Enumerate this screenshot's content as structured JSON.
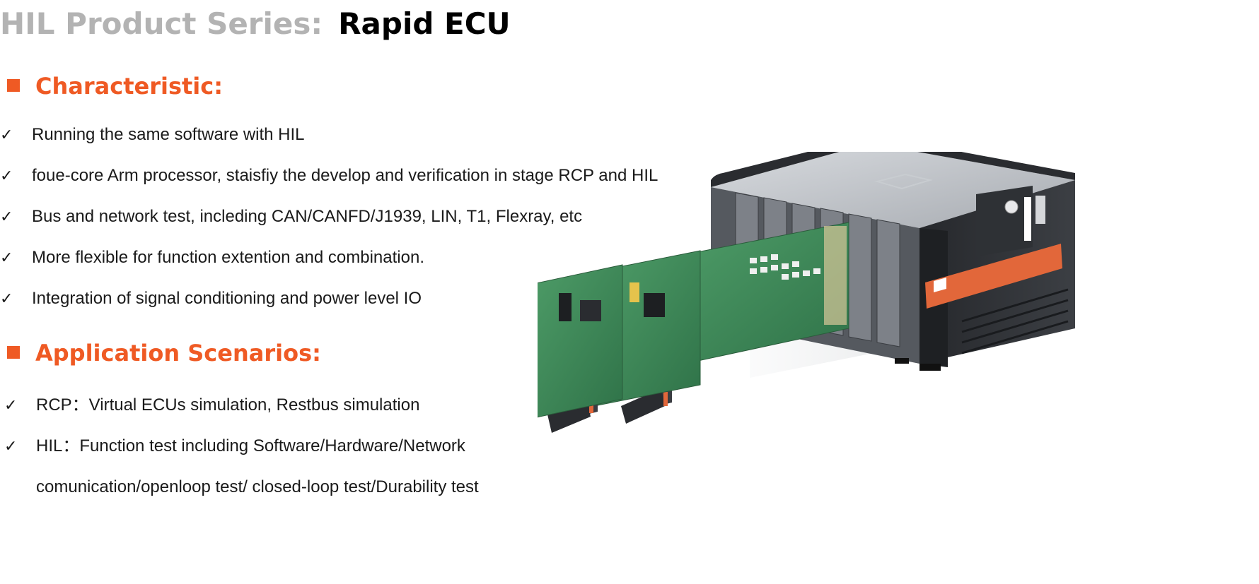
{
  "title": {
    "prefix": "HIL Product Series:",
    "main": "Rapid ECU"
  },
  "characteristic": {
    "heading": "Characteristic:",
    "items": [
      "Running the same software with HIL",
      "foue-core Arm processor, staisfiy the develop and verification in stage RCP and HIL",
      "Bus and network test, incleding CAN/CANFD/J1939, LIN, T1, Flexray, etc",
      "More flexible for function extention and combination.",
      "Integration of signal conditioning and power level IO"
    ]
  },
  "application": {
    "heading": "Application Scenarios:",
    "items": [
      "RCP：Virtual ECUs simulation, Restbus simulation",
      "HIL：Function test including Software/Hardware/Network comunication/openloop test/ closed-loop test/Durability test"
    ]
  },
  "icons": {
    "check": "✓",
    "heading_bullet": "square-bullet-icon",
    "product": "hil-chassis-with-io-cards-illustration"
  },
  "colors": {
    "accent": "#ef5a24",
    "title_prefix": "#b3b3b3",
    "title_main": "#000000",
    "text": "#1a1a1a",
    "chassis_dark": "#2d2f33",
    "chassis_silver": "#b9bcc1",
    "pcb_green": "#3f8f5a"
  }
}
